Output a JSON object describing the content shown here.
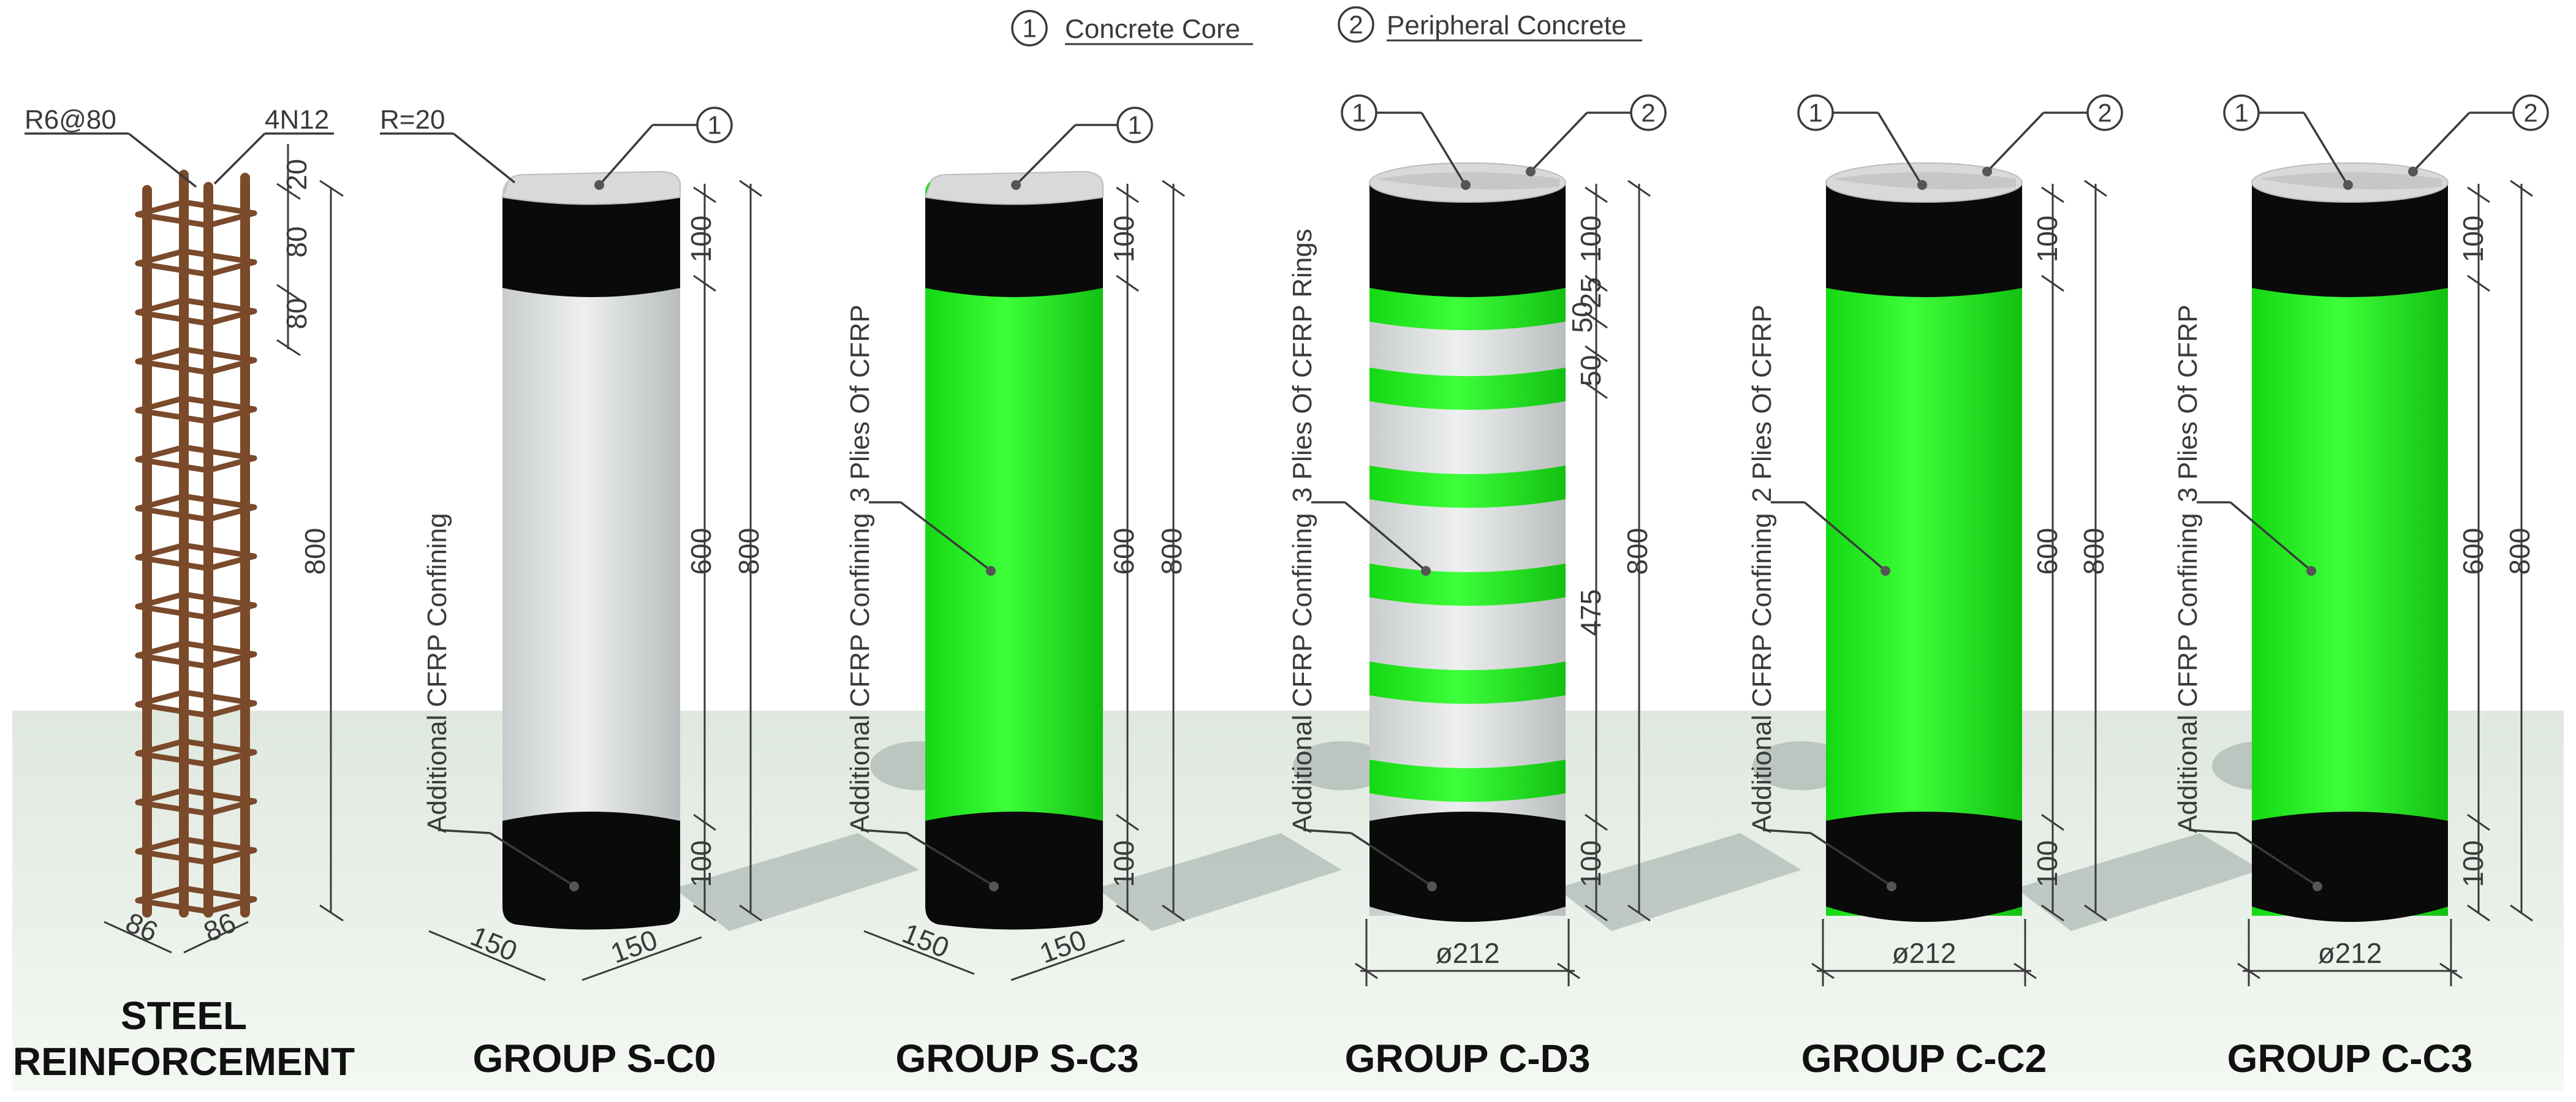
{
  "legend": {
    "item1": {
      "number": "1",
      "label": "Concrete Core"
    },
    "item2": {
      "number": "2",
      "label": "Peripheral Concrete"
    }
  },
  "steel": {
    "stirrup": "R6@80",
    "bars": "4N12",
    "dims": {
      "top_cover": "20",
      "spacing1": "80",
      "spacing2": "80",
      "height": "800",
      "width1": "86",
      "width2": "86"
    },
    "title_line1": "STEEL",
    "title_line2": "REINFORCEMENT"
  },
  "columns": [
    {
      "title": "GROUP S-C0",
      "shape": "square",
      "radius_label": "R=20",
      "confining": "Additional CFRP Confining",
      "wrap": "",
      "dims": {
        "top": "100",
        "mid": "600",
        "bottom": "100",
        "total": "800",
        "w1": "150",
        "w2": "150"
      }
    },
    {
      "title": "GROUP S-C3",
      "shape": "square",
      "confining": "Additional CFRP Confining",
      "wrap": "3 Plies Of CFRP",
      "dims": {
        "top": "100",
        "mid": "600",
        "bottom": "100",
        "total": "800",
        "w1": "150",
        "w2": "150"
      }
    },
    {
      "title": "GROUP C-D3",
      "shape": "circular",
      "confining": "Additional CFRP Confining",
      "wrap": "3 Plies Of CFRP Rings",
      "dims": {
        "top": "100",
        "ring1": "50",
        "gap1": "50",
        "ring2": "25",
        "mid": "475",
        "bottom": "100",
        "total": "800",
        "diameter": "ø212"
      }
    },
    {
      "title": "GROUP C-C2",
      "shape": "circular",
      "confining": "Additional CFRP Confining",
      "wrap": "2 Plies Of CFRP",
      "dims": {
        "top": "100",
        "mid": "600",
        "bottom": "100",
        "total": "800",
        "diameter": "ø212"
      }
    },
    {
      "title": "GROUP C-C3",
      "shape": "circular",
      "confining": "Additional CFRP Confining",
      "wrap": "3 Plies Of CFRP",
      "dims": {
        "top": "100",
        "mid": "600",
        "bottom": "100",
        "total": "800",
        "diameter": "ø212"
      }
    }
  ],
  "colors": {
    "cfrp": "#1ff01c",
    "cap": "#0a0a0a",
    "concrete": "#d6d8d8",
    "steel": "#7a4a2a",
    "floor": "#e8efe8"
  }
}
